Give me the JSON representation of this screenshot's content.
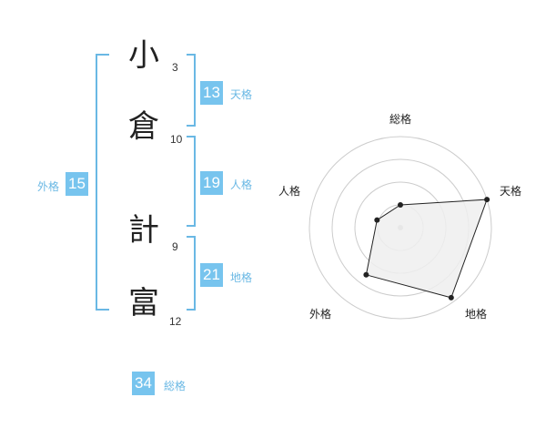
{
  "name": {
    "chars": [
      {
        "char": "小",
        "strokes": "3"
      },
      {
        "char": "倉",
        "strokes": "10"
      },
      {
        "char": "計",
        "strokes": "9"
      },
      {
        "char": "富",
        "strokes": "12"
      }
    ]
  },
  "kakusu": {
    "tenkaku": {
      "value": "13",
      "label": "天格"
    },
    "jinkaku": {
      "value": "19",
      "label": "人格"
    },
    "chikaku": {
      "value": "21",
      "label": "地格"
    },
    "gaikaku": {
      "value": "15",
      "label": "外格"
    },
    "soukaku": {
      "value": "34",
      "label": "総格"
    }
  },
  "colors": {
    "accent": "#77c4ee",
    "bracket": "#6ab8e4",
    "radar_fill": "#eeeeee",
    "radar_line": "#222222",
    "ring": "#cccccc"
  },
  "radar": {
    "axes": [
      "総格",
      "天格",
      "地格",
      "外格",
      "人格"
    ],
    "levels": 4,
    "values": [
      0.25,
      1.0,
      0.95,
      0.64,
      0.27
    ]
  }
}
